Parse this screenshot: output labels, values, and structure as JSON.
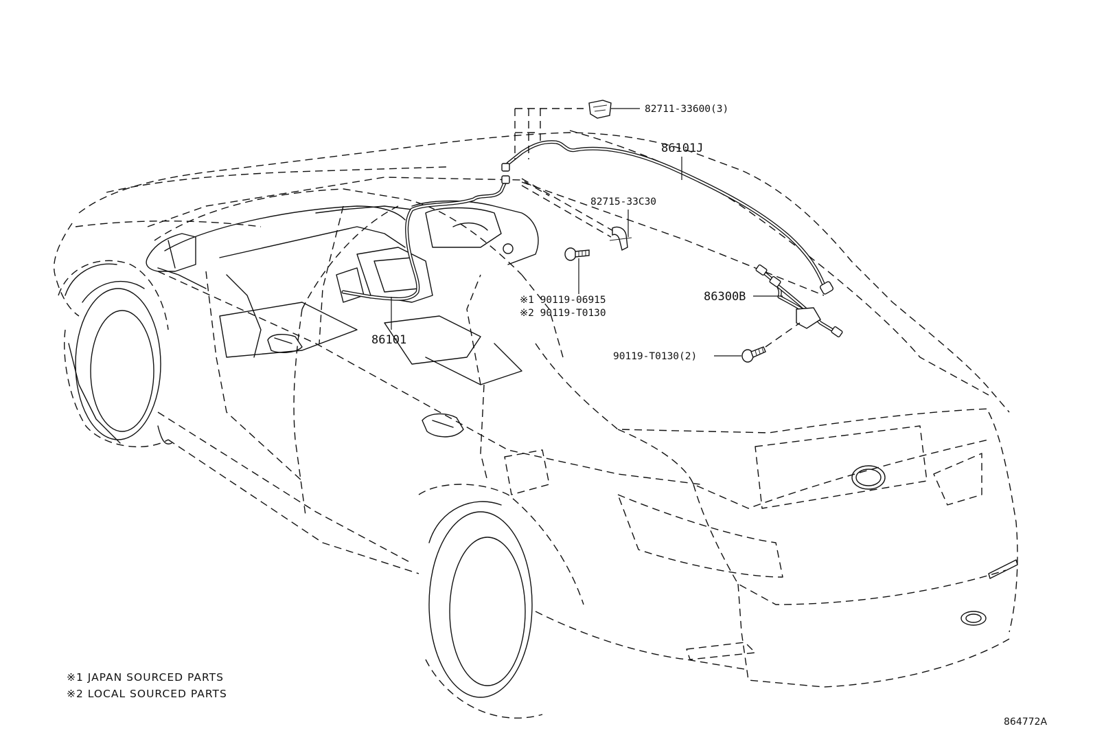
{
  "labels": {
    "p82711": "82711-33600(3)",
    "p86101J": "86101J",
    "p82715": "82715-33C30",
    "p90119a": "※1 90119-06915",
    "p90119b": "※2 90119-T0130",
    "p86300B": "86300B",
    "p90119c": "90119-T0130(2)",
    "p86101": "86101"
  },
  "notes": {
    "note1": "※1 JAPAN SOURCED PARTS",
    "note2": "※2 LOCAL SOURCED PARTS"
  },
  "diagram_code": "864772A"
}
